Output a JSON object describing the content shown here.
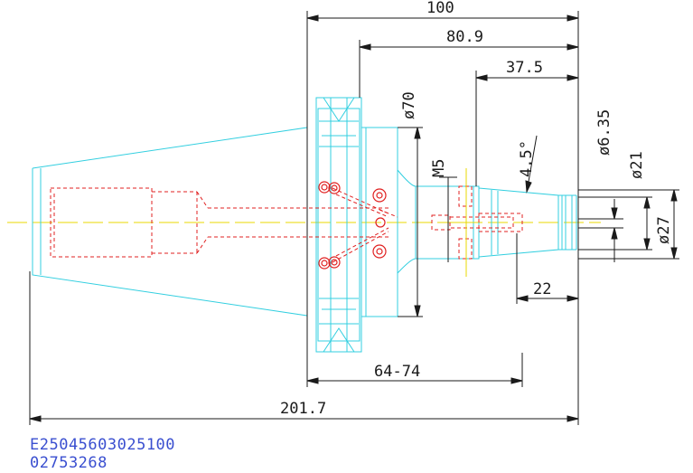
{
  "dimensions": {
    "overall_length": "201.7",
    "length_100": "100",
    "length_80_9": "80.9",
    "length_37_5": "37.5",
    "length_22": "22",
    "range_64_74": "64-74",
    "dia_70": "ø70",
    "dia_6_35": "ø6.35",
    "dia_21": "ø21",
    "dia_27": "ø27",
    "thread_m5": "M5",
    "angle_4_5": "4.5°"
  },
  "footer": {
    "part_number": "E25045603025100",
    "catalog_number": "02753268"
  },
  "colors": {
    "outline": "#33cfe0",
    "hidden": "#e02020",
    "center": "#e8d800",
    "dimension": "#1a1a1a",
    "footer_text": "#3a4fd0"
  }
}
